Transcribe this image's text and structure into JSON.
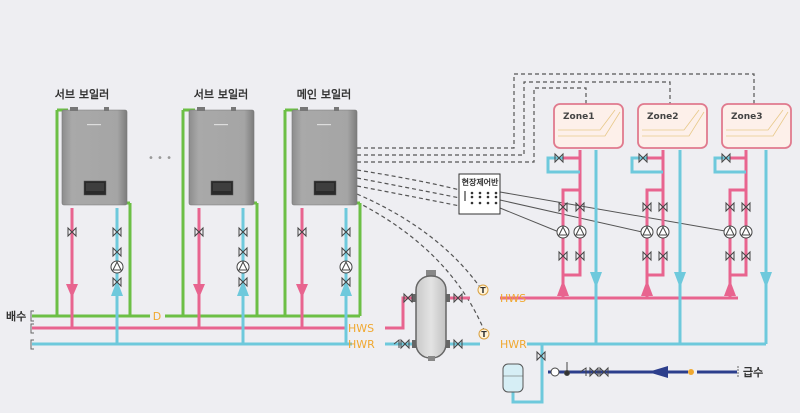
{
  "diagram": {
    "title": "Cascade boiler heating system schematic",
    "boilers": [
      {
        "label": "서브 보일러",
        "role": "sub"
      },
      {
        "label": "서브 보일러",
        "role": "sub"
      },
      {
        "label": "메인 보일러",
        "role": "main"
      }
    ],
    "ellipsis": "• • •",
    "control_panel": {
      "label": "현장제어반"
    },
    "zones": [
      {
        "label": "Zone1"
      },
      {
        "label": "Zone2"
      },
      {
        "label": "Zone3"
      }
    ],
    "pipes": {
      "drain_label": "배수",
      "drain_line": "D",
      "supply_label": "HWS",
      "return_label": "HWR",
      "supply_label_right": "HWS",
      "return_label_right": "HWR",
      "water_supply_label": "급수"
    },
    "sensors": [
      {
        "label": "T"
      },
      {
        "label": "T"
      }
    ],
    "colors": {
      "drain": "#6cbf45",
      "supply": "#e8648f",
      "return": "#6ec9dc",
      "cold_water": "#2c3e8c",
      "label_accent": "#f0a830",
      "zone_border": "#e07a8e",
      "zone_fill": "#fdf0ea",
      "background": "#eeeef2"
    }
  }
}
